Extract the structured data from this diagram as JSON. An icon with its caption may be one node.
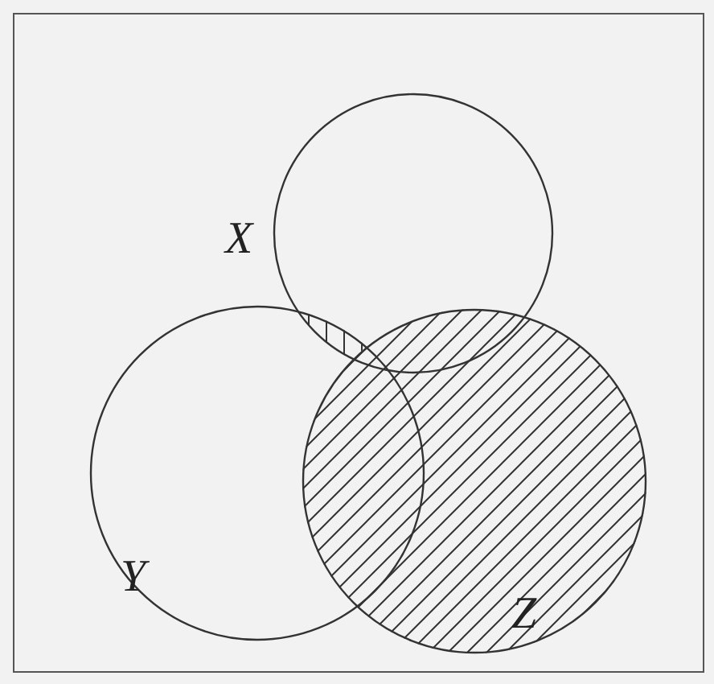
{
  "diagram": {
    "nodes": [
      {
        "text": [
          "X"
        ]
      },
      {
        "text": [
          "Y"
        ]
      },
      {
        "text": [
          "Z"
        ]
      }
    ]
  }
}
